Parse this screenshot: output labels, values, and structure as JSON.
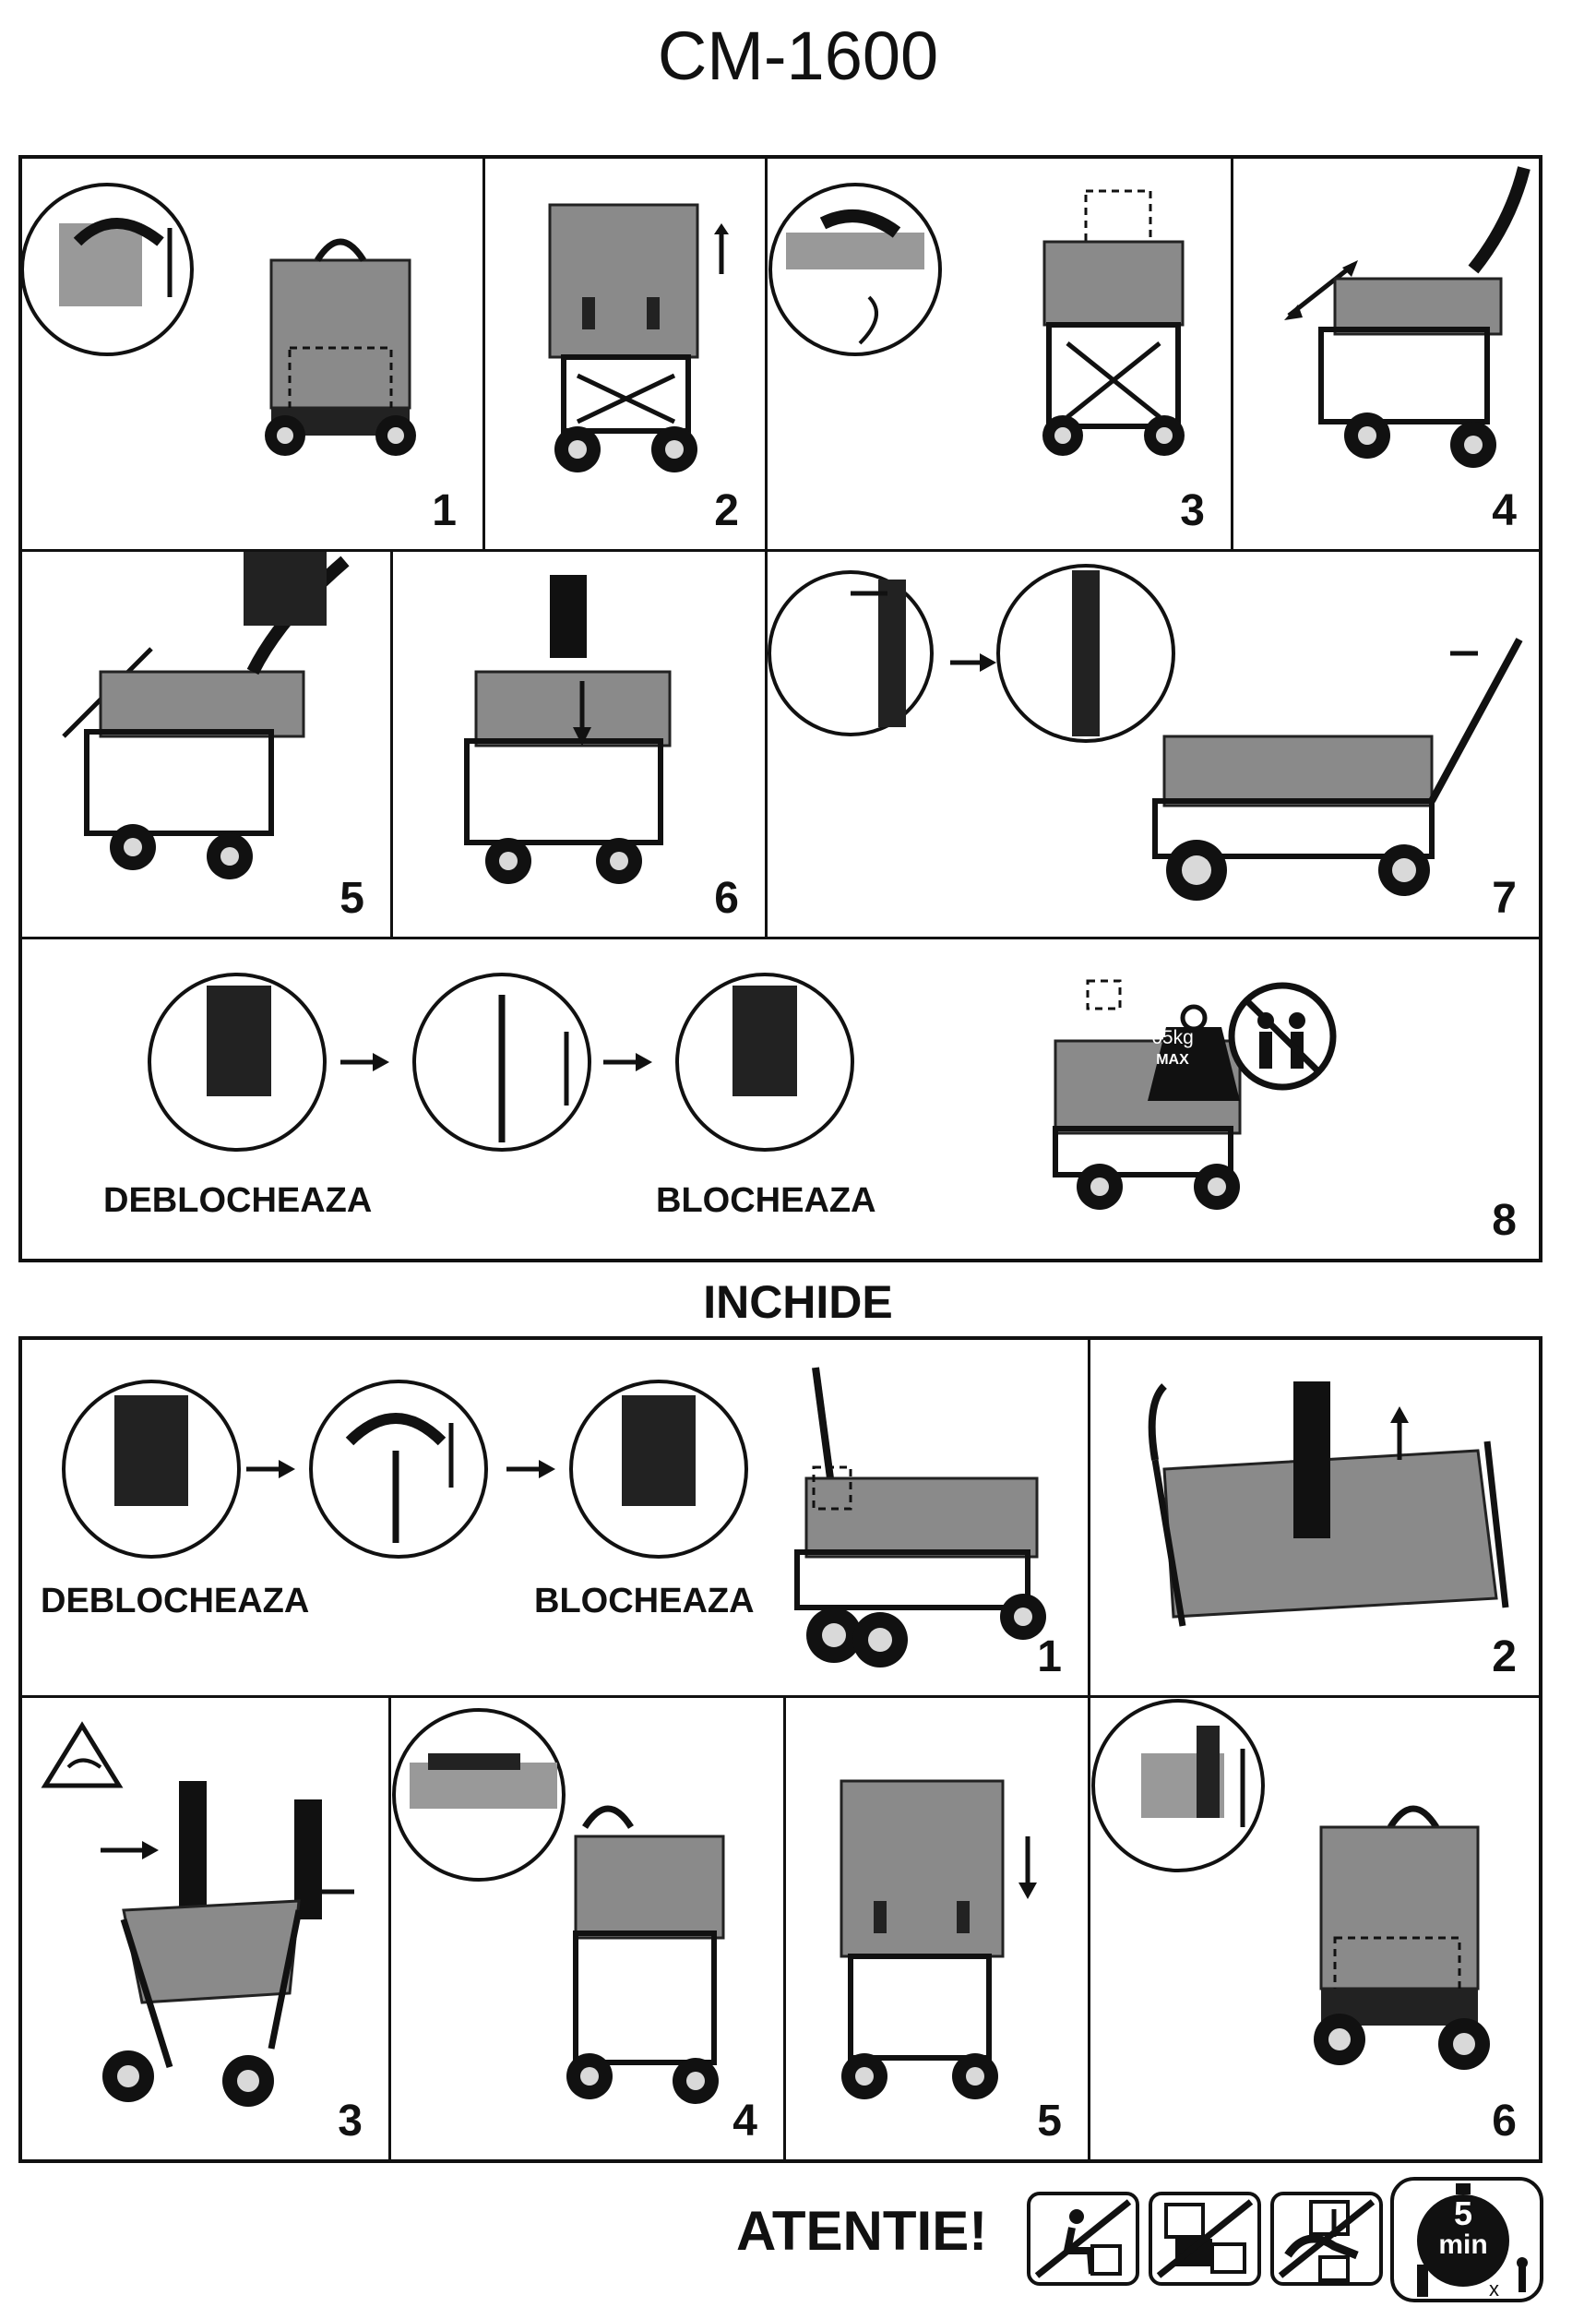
{
  "header": {
    "model": "CM-1600"
  },
  "open_section": {
    "steps": [
      "1",
      "2",
      "3",
      "4",
      "5",
      "6",
      "7",
      "8"
    ],
    "lock_labels": {
      "unlock": "DEBLOCHEAZA",
      "lock": "BLOCHEAZA"
    },
    "load_badge": {
      "weight": "65kg",
      "max": "MAX"
    }
  },
  "close_section": {
    "title": "INCHIDE",
    "steps": [
      "1",
      "2",
      "3",
      "4",
      "5",
      "6"
    ],
    "lock_labels": {
      "unlock": "DEBLOCHEAZA",
      "lock": "BLOCHEAZA"
    }
  },
  "footer": {
    "warning": "ATENTIE!",
    "timer": {
      "value": "5",
      "unit": "min",
      "multiplier": "x"
    }
  },
  "icons": [
    "no-sitting-icon",
    "no-stacking-icon",
    "no-lifting-icon",
    "assembly-time-icon",
    "pinch-warning-icon",
    "no-children-icon",
    "weight-icon"
  ]
}
